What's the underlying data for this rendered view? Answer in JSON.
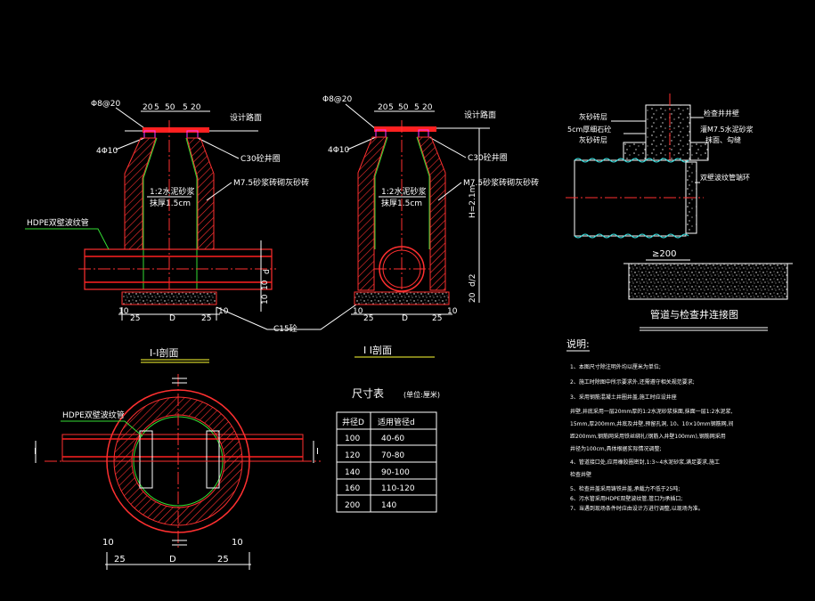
{
  "colors": {
    "background": "#000000",
    "line": "#ffffff",
    "structure": "#ff2020",
    "pipe_inner": "#33dd33",
    "table": "#ffffff",
    "title_underline": "#ffff33"
  },
  "section_left": {
    "rebar_top": "Φ8@20",
    "dims_top": [
      "20",
      "5",
      "50",
      "5",
      "20"
    ],
    "design_ground": "设计路面",
    "ring_label": "C30砼井圈",
    "rebar_ring": "4Φ10",
    "plaster_label": "1:2水泥砂浆",
    "plaster_thickness": "抹厚1.5cm",
    "wall_label": "M7.5砂浆砖砌灰砂砖",
    "pipe_label": "HDPE双壁波纹管",
    "dim_d": "d",
    "dim_10": "10",
    "dim_10b": "10",
    "dim_25a": "25",
    "dim_D": "D",
    "dim_25b": "25",
    "dim_10c": "10",
    "title": "I-I剖面"
  },
  "section_right": {
    "rebar_top": "Φ8@20",
    "dims_top": [
      "20",
      "5",
      "50",
      "5",
      "20"
    ],
    "design_ground": "设计路面",
    "ring_label": "C30砼井圈",
    "rebar_ring": "4Φ10",
    "plaster_label": "1:2水泥砂浆",
    "plaster_thickness": "抹厚1.5cm",
    "wall_label": "M7.5砂浆砖砌灰砂砖",
    "height_label": "H=2.1m",
    "dim_d2": "d/2",
    "dim_20": "20",
    "dim_10": "10",
    "dim_25a": "25",
    "dim_D": "D",
    "dim_25b": "25",
    "dim_10b": "10",
    "title": "I I剖面"
  },
  "base_label": "C15砼",
  "plan": {
    "pipe_label": "HDPE双壁波纹管",
    "dim_10a": "10",
    "dim_10b": "10",
    "dim_25a": "25",
    "dim_D": "D",
    "dim_25b": "25",
    "mark": "I"
  },
  "table": {
    "title": "尺寸表",
    "unit": "(单位:厘米)",
    "headers": [
      "井径D",
      "适用管径d"
    ],
    "rows": [
      [
        "100",
        "40-60"
      ],
      [
        "120",
        "70-80"
      ],
      [
        "140",
        "90-100"
      ],
      [
        "160",
        "110-120"
      ],
      [
        "200",
        "140"
      ]
    ]
  },
  "connection": {
    "labels_left": [
      "灰砂砖层",
      "5cm厚细石砼",
      "灰砂砖层"
    ],
    "labels_right": [
      "检查井井壁",
      "灌M7.5水泥砂浆",
      "抹面、勾缝",
      "双壁波纹管端环"
    ],
    "dim": "≥200",
    "title": "管道与检查井连接图"
  },
  "notes": {
    "title": "说明:",
    "items": [
      "1、本图尺寸除注明外均以厘米为单位;",
      "2、施工时除图中所示要求外,还需遵守相关规范要求;",
      "3、采用钢筋混凝土井圈井盖,施工时应设井座",
      "   井壁,井底采用一层20mm厚的1:2水泥砂浆抹面,抹面一层1:2水泥浆,",
      "   15mm,厚200mm,井底及井壁,预留孔洞, 10、10×10mm钢筋网,间",
      "   距200mm,钢筋网采用铁丝绑扎(钢筋入井壁100mm),钢筋网采用",
      "   井径为100cm,具体根据实际情况调整;",
      "4、管道接口处,应用橡胶圈密封,1:3~4水泥砂浆,满足要求,施工",
      "   检查井壁",
      "5、检查井盖采用铸铁井盖,承载力不低于25吨;",
      "6、污水管采用HDPE双壁波纹管,管口为承插口;",
      "7、当遇到现场条件时应由设计方进行调整,以现场为准。"
    ]
  }
}
